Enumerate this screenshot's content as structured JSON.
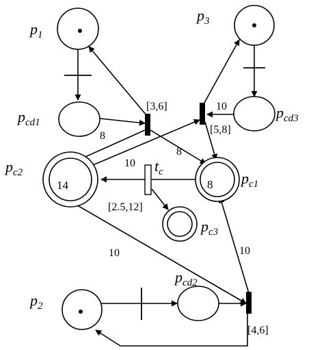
{
  "places": {
    "p1": {
      "name": "p",
      "sub": "1",
      "tokens": 1
    },
    "p2": {
      "name": "p",
      "sub": "2",
      "tokens": 1
    },
    "p3": {
      "name": "p",
      "sub": "3",
      "tokens": 1
    },
    "pcd1": {
      "name": "p",
      "sub": "cd1"
    },
    "pcd2": {
      "name": "p",
      "sub": "cd2"
    },
    "pcd3": {
      "name": "p",
      "sub": "cd3"
    },
    "pc1": {
      "name": "p",
      "sub": "c1",
      "marking": "8"
    },
    "pc2": {
      "name": "p",
      "sub": "c2",
      "marking": "14"
    },
    "pc3": {
      "name": "p",
      "sub": "c3"
    }
  },
  "transitions": {
    "t1": {
      "interval": "[3,6]"
    },
    "t3": {
      "interval": "[5,8]"
    },
    "t2": {
      "interval": "[4,6]"
    },
    "tc": {
      "name": "t",
      "sub": "c",
      "interval": "[2.5,12]"
    }
  },
  "weights": {
    "pcd1_t1": "8",
    "t1_pc1": "8",
    "pc2_t3": "10",
    "pcd3_t3": "10",
    "pc2_t2": "10",
    "t2_pc1": "10"
  }
}
